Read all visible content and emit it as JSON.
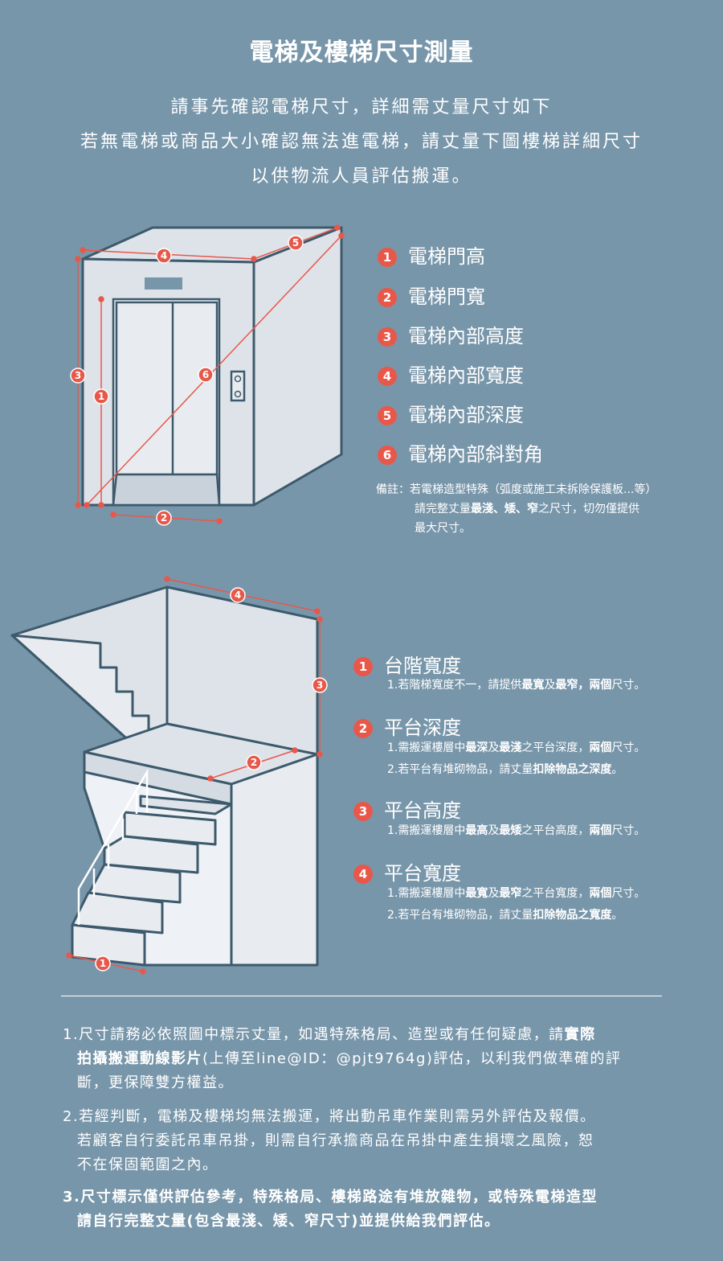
{
  "title": "電梯及樓梯尺寸測量",
  "intro": [
    "請事先確認電梯尺寸，詳細需丈量尺寸如下",
    "若無電梯或商品大小確認無法進電梯，請丈量下圖樓梯詳細尺寸",
    "以供物流人員評估搬運。"
  ],
  "colors": {
    "background": "#7896aa",
    "accent": "#e8584a",
    "drawing_fill": "#dee3ea",
    "drawing_stroke": "#3d5a6c"
  },
  "elevator": {
    "items": [
      {
        "num": "1",
        "label": "電梯門高"
      },
      {
        "num": "2",
        "label": "電梯門寬"
      },
      {
        "num": "3",
        "label": "電梯內部高度"
      },
      {
        "num": "4",
        "label": "電梯內部寬度"
      },
      {
        "num": "5",
        "label": "電梯內部深度"
      },
      {
        "num": "6",
        "label": "電梯內部斜對角"
      }
    ],
    "note": {
      "prefix": "備註：",
      "line1": "若電梯造型特殊（弧度或施工未拆除保護板...等）",
      "line2_a": "請完整丈量",
      "line2_b1": "最淺",
      "line2_sep1": "、",
      "line2_b2": "矮",
      "line2_sep2": "、",
      "line2_b3": "窄",
      "line2_c": "之尺寸，切勿僅提供",
      "line3": "最大尺寸。"
    },
    "diagram_markers": [
      "1",
      "2",
      "3",
      "4",
      "5",
      "6"
    ]
  },
  "stairs": {
    "items": [
      {
        "num": "1",
        "label": "台階寬度",
        "lines": [
          {
            "a": "1.若階梯寬度不一，請提供",
            "b1": "最寬",
            "c": "及",
            "b2": "最窄",
            "d": "，",
            "b3": "兩個",
            "e": "尺寸。"
          }
        ]
      },
      {
        "num": "2",
        "label": "平台深度",
        "lines": [
          {
            "a": "1.需搬運樓層中",
            "b1": "最深",
            "c": "及",
            "b2": "最淺",
            "d": "之平台深度，",
            "b3": "兩個",
            "e": "尺寸。"
          },
          {
            "a": "2.若平台有堆砌物品，請丈量",
            "b1": "扣除物品之深度",
            "e": "。"
          }
        ]
      },
      {
        "num": "3",
        "label": "平台高度",
        "lines": [
          {
            "a": "1.需搬運樓層中",
            "b1": "最高",
            "c": "及",
            "b2": "最矮",
            "d": "之平台高度，",
            "b3": "兩個",
            "e": "尺寸。"
          }
        ]
      },
      {
        "num": "4",
        "label": "平台寬度",
        "lines": [
          {
            "a": "1.需搬運樓層中",
            "b1": "最寬",
            "c": "及",
            "b2": "最窄",
            "d": "之平台寬度，",
            "b3": "兩個",
            "e": "尺寸。"
          },
          {
            "a": "2.若平台有堆砌物品，請丈量",
            "b1": "扣除物品之寬度",
            "e": "。"
          }
        ]
      }
    ],
    "diagram_markers": [
      "1",
      "2",
      "3",
      "4"
    ]
  },
  "footnotes": {
    "n1": {
      "l1_a": "1.尺寸請務必依照圖中標示丈量，如遇特殊格局、造型或有任何疑慮，請",
      "l1_b": "實際",
      "l2_b": "拍攝搬運動線影片",
      "l2_a": "(上傳至line@ID：@pjt9764g)評估，以利我們做準確的評",
      "l3": "斷，更保障雙方權益。"
    },
    "n2": {
      "l1": "2.若經判斷，電梯及樓梯均無法搬運，將出動吊車作業則需另外評估及報價。",
      "l2": "若顧客自行委託吊車吊掛，則需自行承擔商品在吊掛中產生損壞之風險，恕",
      "l3": "不在保固範圍之內。"
    },
    "n3": {
      "l1": "3.尺寸標示僅供評估參考，特殊格局、樓梯路途有堆放雜物，或特殊電梯造型",
      "l2": "請自行完整丈量(包含最淺、矮、窄尺寸)並提供給我們評估。"
    }
  }
}
